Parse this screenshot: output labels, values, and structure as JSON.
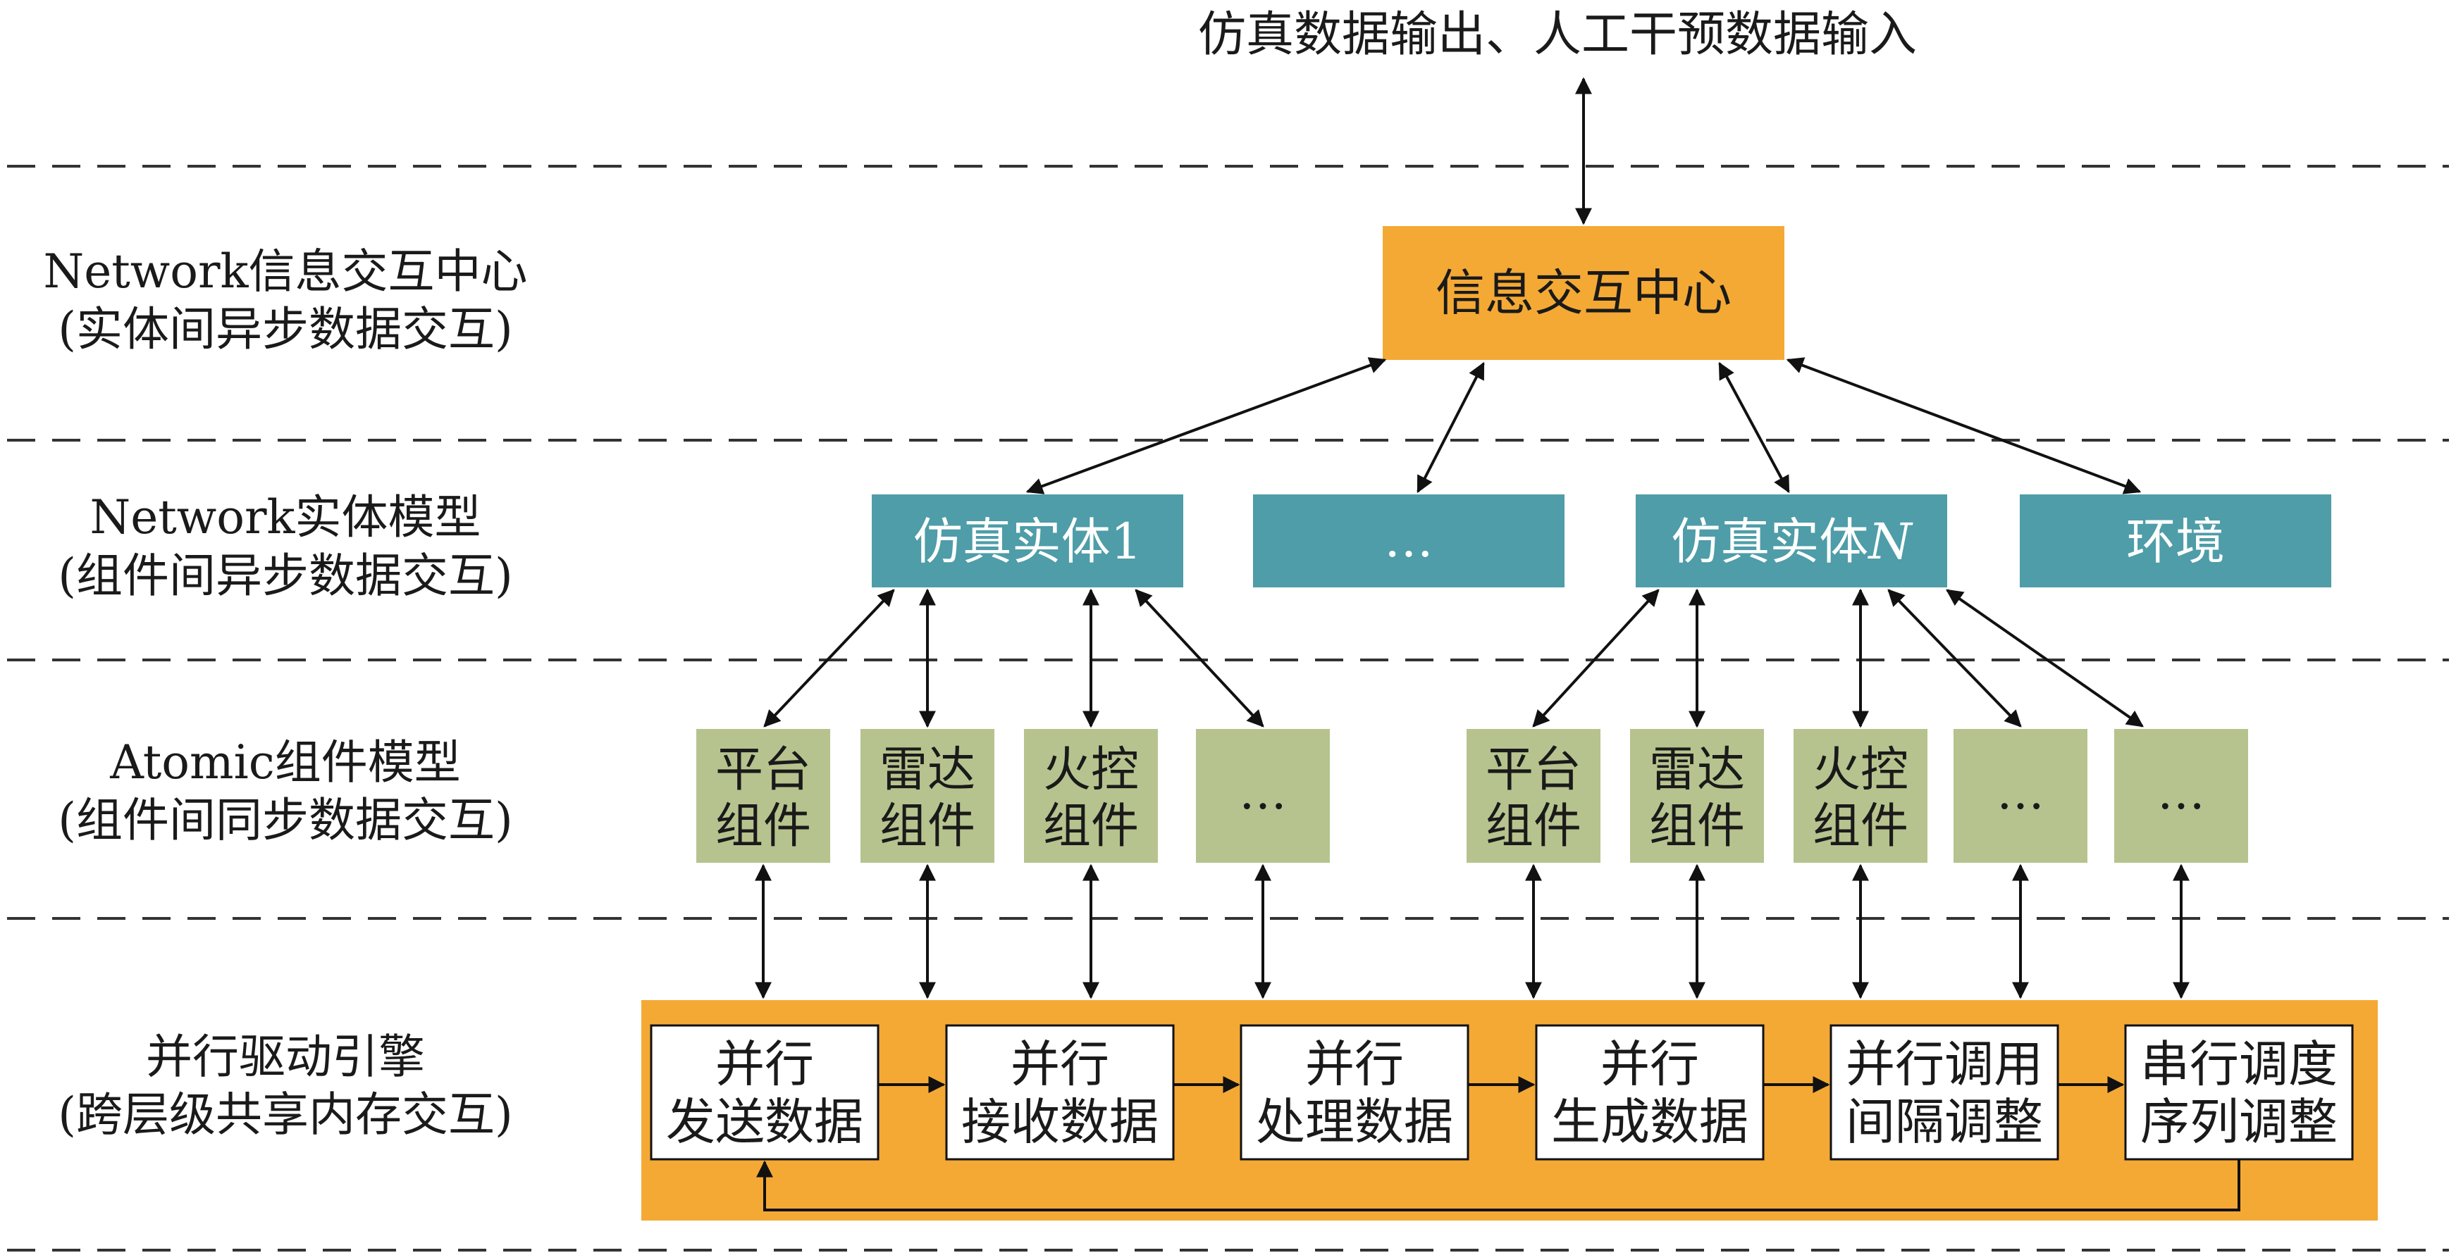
{
  "top_label": "仿真数据输出、人工干预数据输入",
  "layers": {
    "network_center": {
      "line1": "Network信息交互中心",
      "line2": "(实体间异步数据交互)"
    },
    "network_entity": {
      "line1": "Network实体模型",
      "line2": "(组件间异步数据交互)"
    },
    "atomic": {
      "line1": "Atomic组件模型",
      "line2": "(组件间同步数据交互)"
    },
    "engine": {
      "line1": "并行驱动引擎",
      "line2": "(跨层级共享内存交互)"
    }
  },
  "center_box": "信息交互中心",
  "entities": {
    "entity1": {
      "text": "仿真实体1"
    },
    "ellipsis": {
      "text": "…"
    },
    "entityN": {
      "prefix": "仿真实体",
      "italic": "N"
    },
    "env": {
      "text": "环境"
    }
  },
  "components": [
    {
      "line1": "平台",
      "line2": "组件"
    },
    {
      "line1": "雷达",
      "line2": "组件"
    },
    {
      "line1": "火控",
      "line2": "组件"
    },
    {
      "line1": "…",
      "line2": ""
    },
    {
      "line1": "平台",
      "line2": "组件"
    },
    {
      "line1": "雷达",
      "line2": "组件"
    },
    {
      "line1": "火控",
      "line2": "组件"
    },
    {
      "line1": "…",
      "line2": ""
    },
    {
      "line1": "…",
      "line2": ""
    }
  ],
  "engine_steps": [
    {
      "line1": "并行",
      "line2": "发送数据"
    },
    {
      "line1": "并行",
      "line2": "接收数据"
    },
    {
      "line1": "并行",
      "line2": "处理数据"
    },
    {
      "line1": "并行",
      "line2": "生成数据"
    },
    {
      "line1": "并行调用",
      "line2": "间隔调整"
    },
    {
      "line1": "串行调度",
      "line2": "序列调整"
    }
  ],
  "colors": {
    "orange": "#F4A935",
    "teal": "#4E9DA8",
    "green": "#B6C38E",
    "dash": "#333333",
    "arrow": "#111111"
  }
}
